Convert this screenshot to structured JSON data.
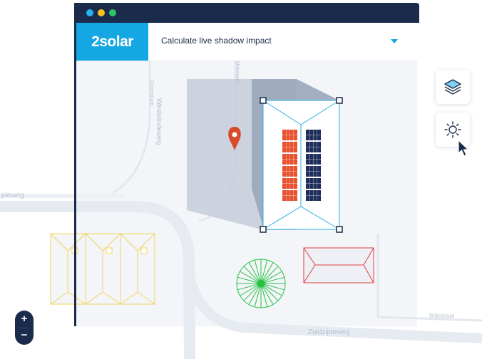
{
  "colors": {
    "navy": "#1a2b4c",
    "brand_blue": "#14a7e3",
    "panel_red": "#e8502e",
    "panel_navy": "#1f2d5a",
    "roof_outline": "#29b0e6",
    "shadow": "#8f9bb3",
    "tree_green": "#27c244",
    "yellow_outline": "#f0d45a",
    "red_outline": "#e0413d",
    "pin_red": "#d94a2b",
    "dot_blue": "#27b4ee",
    "dot_yellow": "#f6c418",
    "dot_green": "#2fc36b"
  },
  "app": {
    "logo_text": "2solar",
    "analysis_select": {
      "value": "Calculate live shadow impact"
    }
  },
  "toolbar": {
    "layers_icon": "layers-icon",
    "sun_icon": "sun-icon"
  },
  "zoom": {
    "in_label": "+",
    "out_label": "−"
  },
  "streets": {
    "westeindeweg": "Westeindeweg",
    "zuidzijdeweg": "Zuidzijdeweg",
    "dijkweg": "jdeweg",
    "dorpsstraat": "Dorpsstraat",
    "molenweg": "Molenweg",
    "wijkstraat": "Wijkstraat"
  }
}
